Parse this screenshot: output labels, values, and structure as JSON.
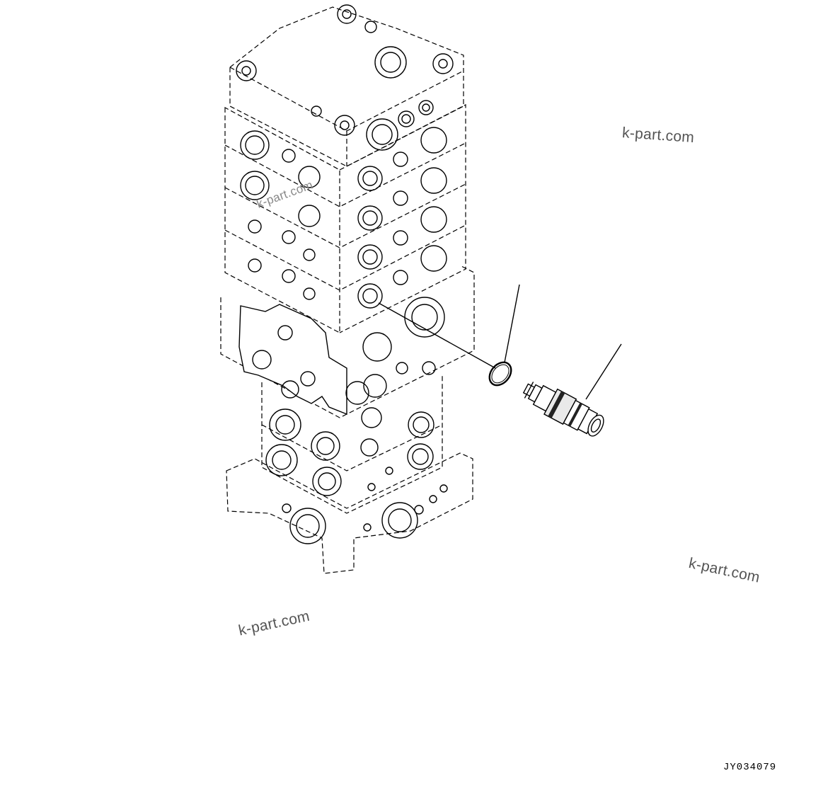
{
  "watermarks": [
    "k-part.com",
    "k-part.com",
    "k-part.com",
    "k-part.com"
  ],
  "drawing_code": "JY034079",
  "parts": {
    "valve_body": "control-valve-assembly",
    "callouts": [
      "o-ring-callout",
      "relief-valve-callout"
    ]
  }
}
